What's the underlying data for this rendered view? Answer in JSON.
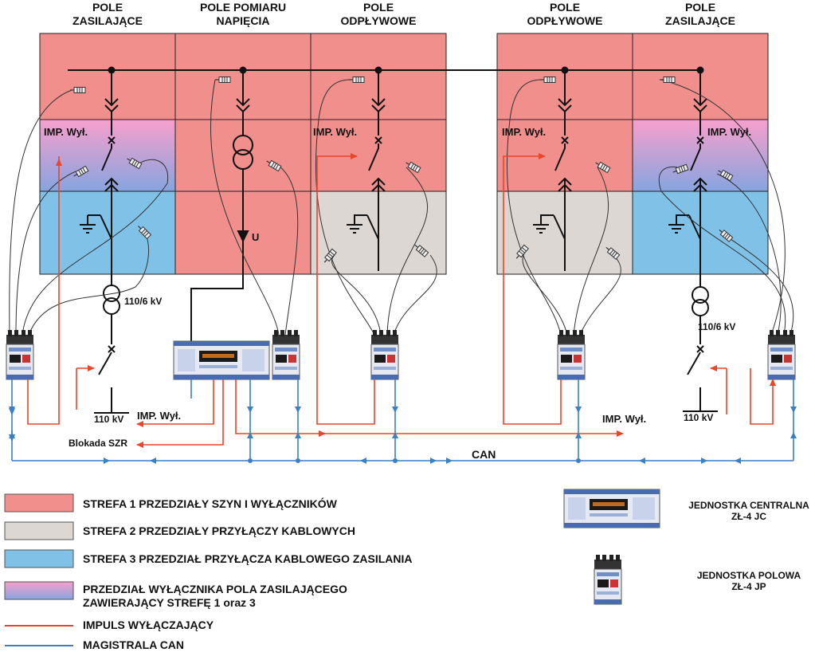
{
  "headers": [
    {
      "line1": "POLE",
      "line2": "ZASILAJĄCE"
    },
    {
      "line1": "POLE POMIARU",
      "line2": "NAPIĘCIA"
    },
    {
      "line1": "POLE",
      "line2": "ODPŁYWOWE"
    },
    {
      "line1": "POLE",
      "line2": "ODPŁYWOWE"
    },
    {
      "line1": "POLE",
      "line2": "ZASILAJĄCE"
    }
  ],
  "labels": {
    "imp_wyl": "IMP. Wył.",
    "u": "U",
    "transformer_voltage": "110/6 kV",
    "grid_voltage": "110 kV",
    "blokada": "Blokada SZR",
    "can": "CAN"
  },
  "legend": {
    "zone1": "STREFA 1 PRZEDZIAŁY SZYN I  WYŁĄCZNIKÓW",
    "zone2": "STREFA 2 PRZEDZIAŁY PRZYŁĄCZY KABLOWYCH",
    "zone3": "STREFA 3 PRZEDZIAŁ PRZYŁĄCZA KABLOWEGO ZASILANIA",
    "zone_mixed_line1": "PRZEDZIAŁ WYŁĄCZNIKA POLA ZASILAJĄCEGO",
    "zone_mixed_line2": "ZAWIERAJĄCY STREFĘ 1 oraz 3",
    "impulse": "IMPULS WYŁĄCZAJĄCY",
    "can_bus": "MAGISTRALA CAN",
    "central_unit_line1": "JEDNOSTKA CENTRALNA",
    "central_unit_line2": "ZŁ-4 JC",
    "field_unit_line1": "JEDNOSTKA POLOWA",
    "field_unit_line2": "ZŁ-4 JP"
  },
  "colors": {
    "zone1": "#f08f8c",
    "zone2": "#dcd7d3",
    "zone3": "#7fc1e7",
    "mixed_top": "#f5a0c8",
    "mixed_bottom": "#8aa8e0",
    "impulse": "#e8452a",
    "can": "#3b7fc4"
  }
}
